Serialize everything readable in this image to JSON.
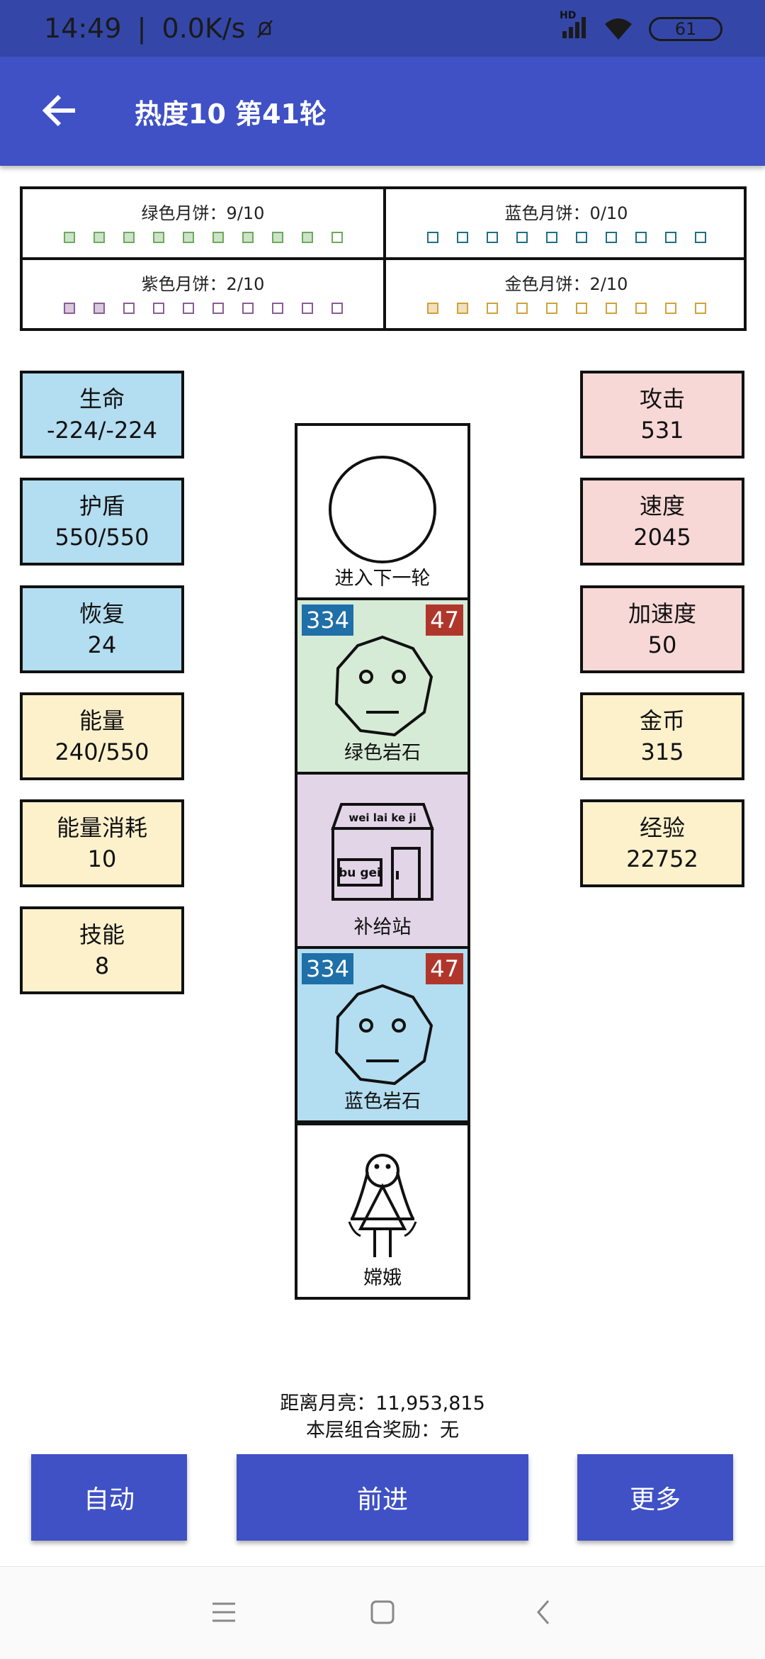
{
  "status_bar": {
    "time": "14:49",
    "speed": "0.0K/s",
    "battery": "61",
    "hd": "HD"
  },
  "app_bar": {
    "title": "热度10 第41轮"
  },
  "mooncakes": {
    "green": {
      "label": "绿色月饼：9/10",
      "filled": 9,
      "total": 10,
      "color": "#6aab5c"
    },
    "blue": {
      "label": "蓝色月饼：0/10",
      "filled": 0,
      "total": 10,
      "color": "#1e6f84"
    },
    "purple": {
      "label": "紫色月饼：2/10",
      "filled": 2,
      "total": 10,
      "color": "#8a5d96"
    },
    "gold": {
      "label": "金色月饼：2/10",
      "filled": 2,
      "total": 10,
      "color": "#d1a23a"
    }
  },
  "left_stats": [
    {
      "label": "生命",
      "value": "-224/-224"
    },
    {
      "label": "护盾",
      "value": "550/550"
    },
    {
      "label": "恢复",
      "value": "24"
    },
    {
      "label": "能量",
      "value": "240/550"
    },
    {
      "label": "能量消耗",
      "value": "10"
    },
    {
      "label": "技能",
      "value": "8"
    }
  ],
  "right_stats": [
    {
      "label": "攻击",
      "value": "531"
    },
    {
      "label": "速度",
      "value": "2045"
    },
    {
      "label": "加速度",
      "value": "50"
    },
    {
      "label": "金币",
      "value": "315"
    },
    {
      "label": "经验",
      "value": "22752"
    }
  ],
  "tower": {
    "next": {
      "caption": "进入下一轮"
    },
    "green_rock": {
      "caption": "绿色岩石",
      "left_badge": "334",
      "right_badge": "47"
    },
    "shop": {
      "caption": "补给站",
      "roof_text": "wei lai ke ji",
      "sign_text": "bu gei"
    },
    "blue_rock": {
      "caption": "蓝色岩石",
      "left_badge": "334",
      "right_badge": "47"
    },
    "player": {
      "caption": "嫦娥"
    }
  },
  "info": {
    "distance": "距离月亮：11,953,815",
    "combo": "本层组合奖励：无"
  },
  "buttons": {
    "auto": "自动",
    "forward": "前进",
    "more": "更多"
  }
}
